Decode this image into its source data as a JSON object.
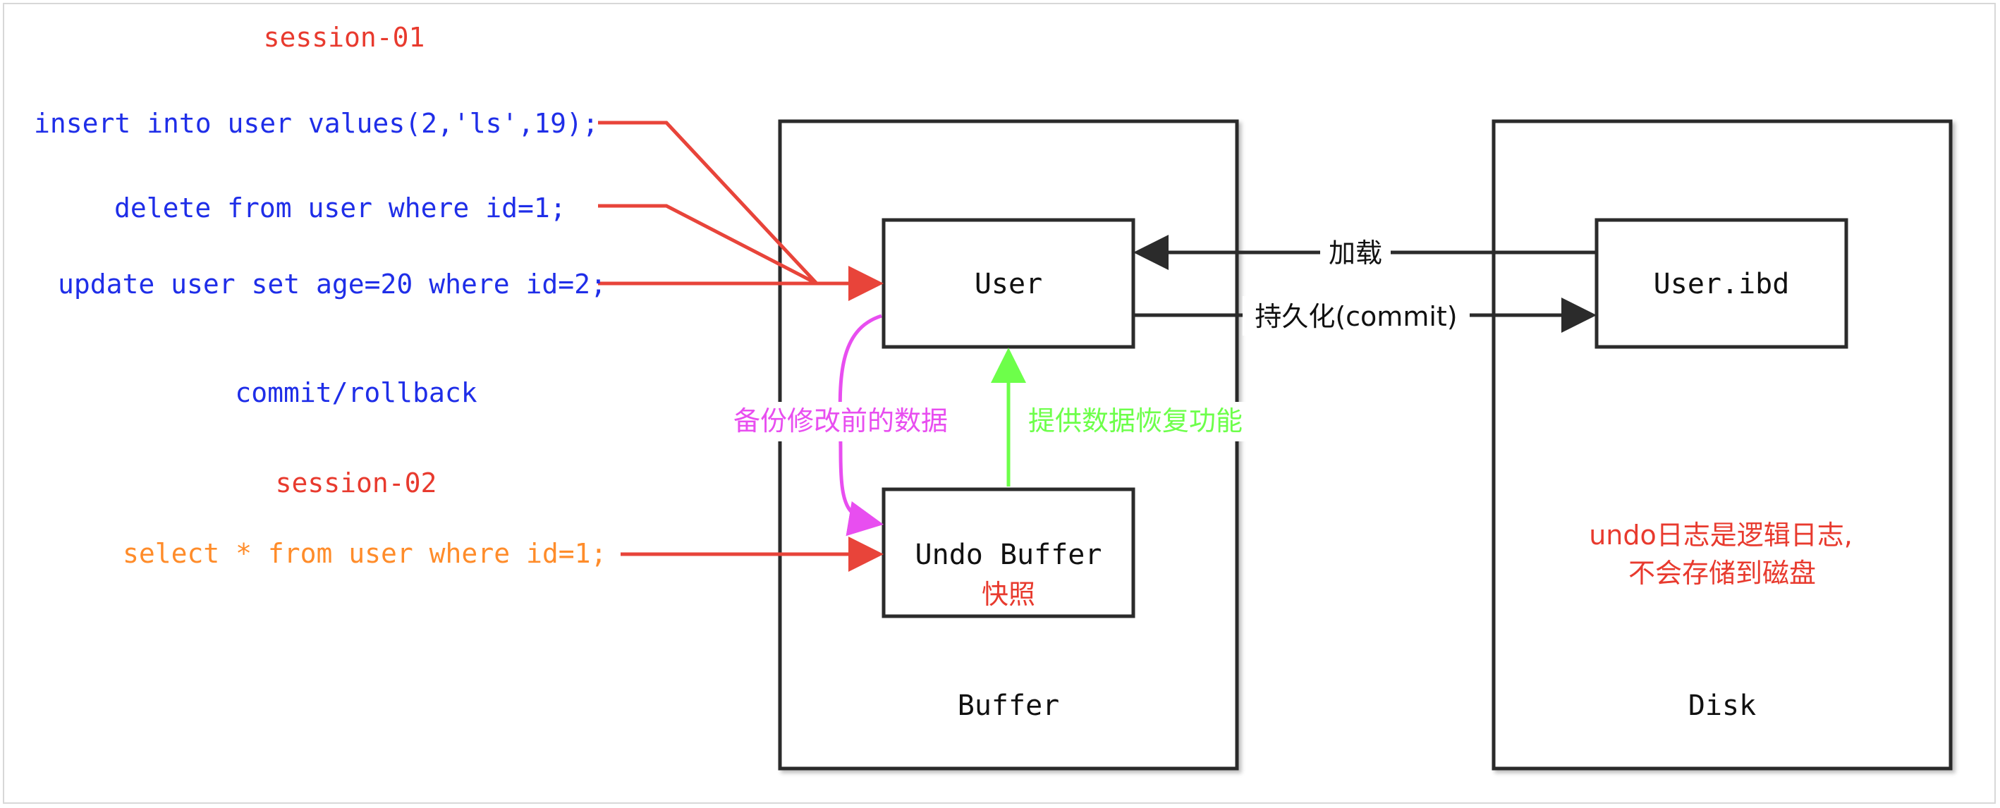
{
  "diagram": {
    "session01": {
      "label": "session-01",
      "statements": [
        "insert into user values(2,'ls',19);",
        "delete from user where id=1;",
        "update user set age=20 where id=2;"
      ],
      "commit": "commit/rollback"
    },
    "session02": {
      "label": "session-02",
      "statement": "select * from user where id=1;"
    },
    "buffer": {
      "label": "Buffer",
      "user_box": "User",
      "undo_box": "Undo Buffer",
      "undo_sub": "快照"
    },
    "disk": {
      "label": "Disk",
      "file_box": "User.ibd",
      "note_line1": "undo日志是逻辑日志,",
      "note_line2": "不会存储到磁盘"
    },
    "arrows": {
      "load": "加载",
      "persist": "持久化(commit)",
      "backup": "备份修改前的数据",
      "restore": "提供数据恢复功能"
    },
    "colors": {
      "session_label": "#e83a2e",
      "sql_blue": "#1f2ee8",
      "sql_orange": "#ff8c2a",
      "arrow_red": "#e8443a",
      "arrow_magenta": "#e84ef0",
      "arrow_green": "#6dff4a",
      "box_stroke": "#2b2b2b",
      "note_red": "#e83a2e"
    }
  }
}
